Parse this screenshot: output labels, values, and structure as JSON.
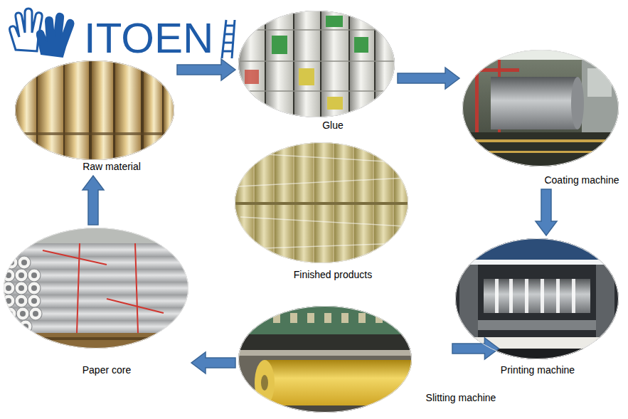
{
  "diagram": {
    "nodes": [
      {
        "text": [
          "Raw material"
        ]
      },
      {
        "text": [
          "Glue"
        ]
      },
      {
        "text": [
          "Coating machine"
        ]
      },
      {
        "text": [
          "Printing machine"
        ]
      },
      {
        "text": [
          "Slitting machine"
        ]
      },
      {
        "text": [
          "Paper core"
        ]
      },
      {
        "text": [
          "Finished products"
        ]
      }
    ],
    "edges": [
      {
        "from": 0,
        "to": 1,
        "arrow": "to"
      },
      {
        "from": 1,
        "to": 2,
        "arrow": "to"
      },
      {
        "from": 2,
        "to": 3,
        "arrow": "to"
      },
      {
        "from": 3,
        "to": 4,
        "arrow": "to"
      },
      {
        "from": 4,
        "to": 5,
        "arrow": "to"
      },
      {
        "from": 5,
        "to": 0,
        "arrow": "to"
      }
    ],
    "labels": [
      "ITOEN"
    ]
  }
}
